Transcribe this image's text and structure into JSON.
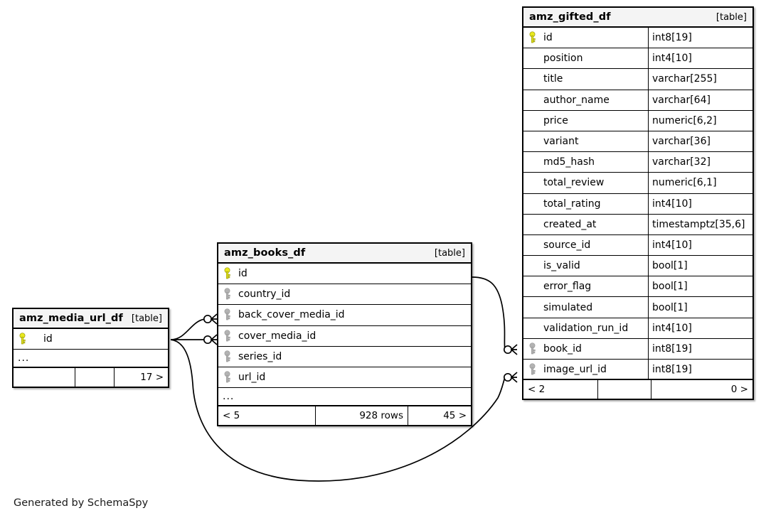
{
  "caption": "Generated by SchemaSpy",
  "colors": {
    "primary_key": "#e8e81c",
    "foreign_key": "#b3b3b3",
    "header_bg": "#f4f4f4",
    "border": "#000000",
    "background": "#ffffff"
  },
  "tables": {
    "gifted": {
      "name": "amz_gifted_df",
      "kind": "[table]",
      "columns": [
        {
          "name": "id",
          "type": "int8[19]",
          "key": "primary"
        },
        {
          "name": "position",
          "type": "int4[10]",
          "key": "none"
        },
        {
          "name": "title",
          "type": "varchar[255]",
          "key": "none"
        },
        {
          "name": "author_name",
          "type": "varchar[64]",
          "key": "none"
        },
        {
          "name": "price",
          "type": "numeric[6,2]",
          "key": "none"
        },
        {
          "name": "variant",
          "type": "varchar[36]",
          "key": "none"
        },
        {
          "name": "md5_hash",
          "type": "varchar[32]",
          "key": "none"
        },
        {
          "name": "total_review",
          "type": "numeric[6,1]",
          "key": "none"
        },
        {
          "name": "total_rating",
          "type": "int4[10]",
          "key": "none"
        },
        {
          "name": "created_at",
          "type": "timestamptz[35,6]",
          "key": "none"
        },
        {
          "name": "source_id",
          "type": "int4[10]",
          "key": "none"
        },
        {
          "name": "is_valid",
          "type": "bool[1]",
          "key": "none"
        },
        {
          "name": "error_flag",
          "type": "bool[1]",
          "key": "none"
        },
        {
          "name": "simulated",
          "type": "bool[1]",
          "key": "none"
        },
        {
          "name": "validation_run_id",
          "type": "int4[10]",
          "key": "none"
        },
        {
          "name": "book_id",
          "type": "int8[19]",
          "key": "foreign"
        },
        {
          "name": "image_url_id",
          "type": "int8[19]",
          "key": "foreign"
        }
      ],
      "has_ellipsis": false,
      "footer": {
        "left": "< 2",
        "middle": "",
        "right": "0 >"
      }
    },
    "books": {
      "name": "amz_books_df",
      "kind": "[table]",
      "columns": [
        {
          "name": "id",
          "type": "",
          "key": "primary"
        },
        {
          "name": "country_id",
          "type": "",
          "key": "foreign"
        },
        {
          "name": "back_cover_media_id",
          "type": "",
          "key": "foreign"
        },
        {
          "name": "cover_media_id",
          "type": "",
          "key": "foreign"
        },
        {
          "name": "series_id",
          "type": "",
          "key": "foreign"
        },
        {
          "name": "url_id",
          "type": "",
          "key": "foreign"
        }
      ],
      "has_ellipsis": true,
      "ellipsis": "...",
      "footer": {
        "left": "< 5",
        "middle": "928 rows",
        "right": "45 >"
      }
    },
    "media": {
      "name": "amz_media_url_df",
      "kind": "[table]",
      "columns": [
        {
          "name": "id",
          "type": "",
          "key": "primary"
        }
      ],
      "has_ellipsis": true,
      "ellipsis": "...",
      "footer": {
        "left": "",
        "middle": "",
        "right": "17 >"
      }
    }
  },
  "relationships": [
    {
      "from": "amz_media_url_df.id",
      "to": "amz_books_df.back_cover_media_id"
    },
    {
      "from": "amz_media_url_df.id",
      "to": "amz_books_df.cover_media_id"
    },
    {
      "from": "amz_media_url_df.id",
      "to": "amz_gifted_df.image_url_id"
    },
    {
      "from": "amz_books_df.id",
      "to": "amz_gifted_df.book_id"
    }
  ]
}
